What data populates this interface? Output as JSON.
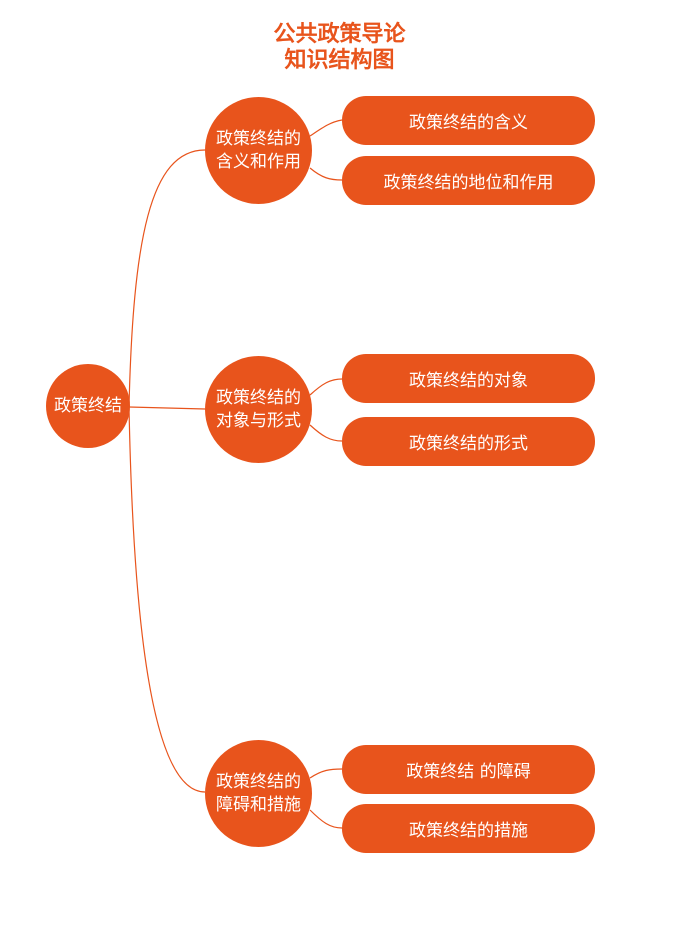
{
  "title": {
    "line1": "公共政策导论",
    "line2": "知识结构图"
  },
  "colors": {
    "accent": "#e8541c",
    "text_on_accent": "#ffffff",
    "background": "#ffffff"
  },
  "root": {
    "label": "政策终结"
  },
  "branches": [
    {
      "line1": "政策终结的",
      "line2": "含义和作用",
      "children": [
        "政策终结的含义",
        "政策终结的地位和作用"
      ]
    },
    {
      "line1": "政策终结的",
      "line2": "对象与形式",
      "children": [
        "政策终结的对象",
        "政策终结的形式"
      ]
    },
    {
      "line1": "政策终结的",
      "line2": "障碍和措施",
      "children": [
        "政策终结 的障碍",
        "政策终结的措施"
      ]
    }
  ]
}
